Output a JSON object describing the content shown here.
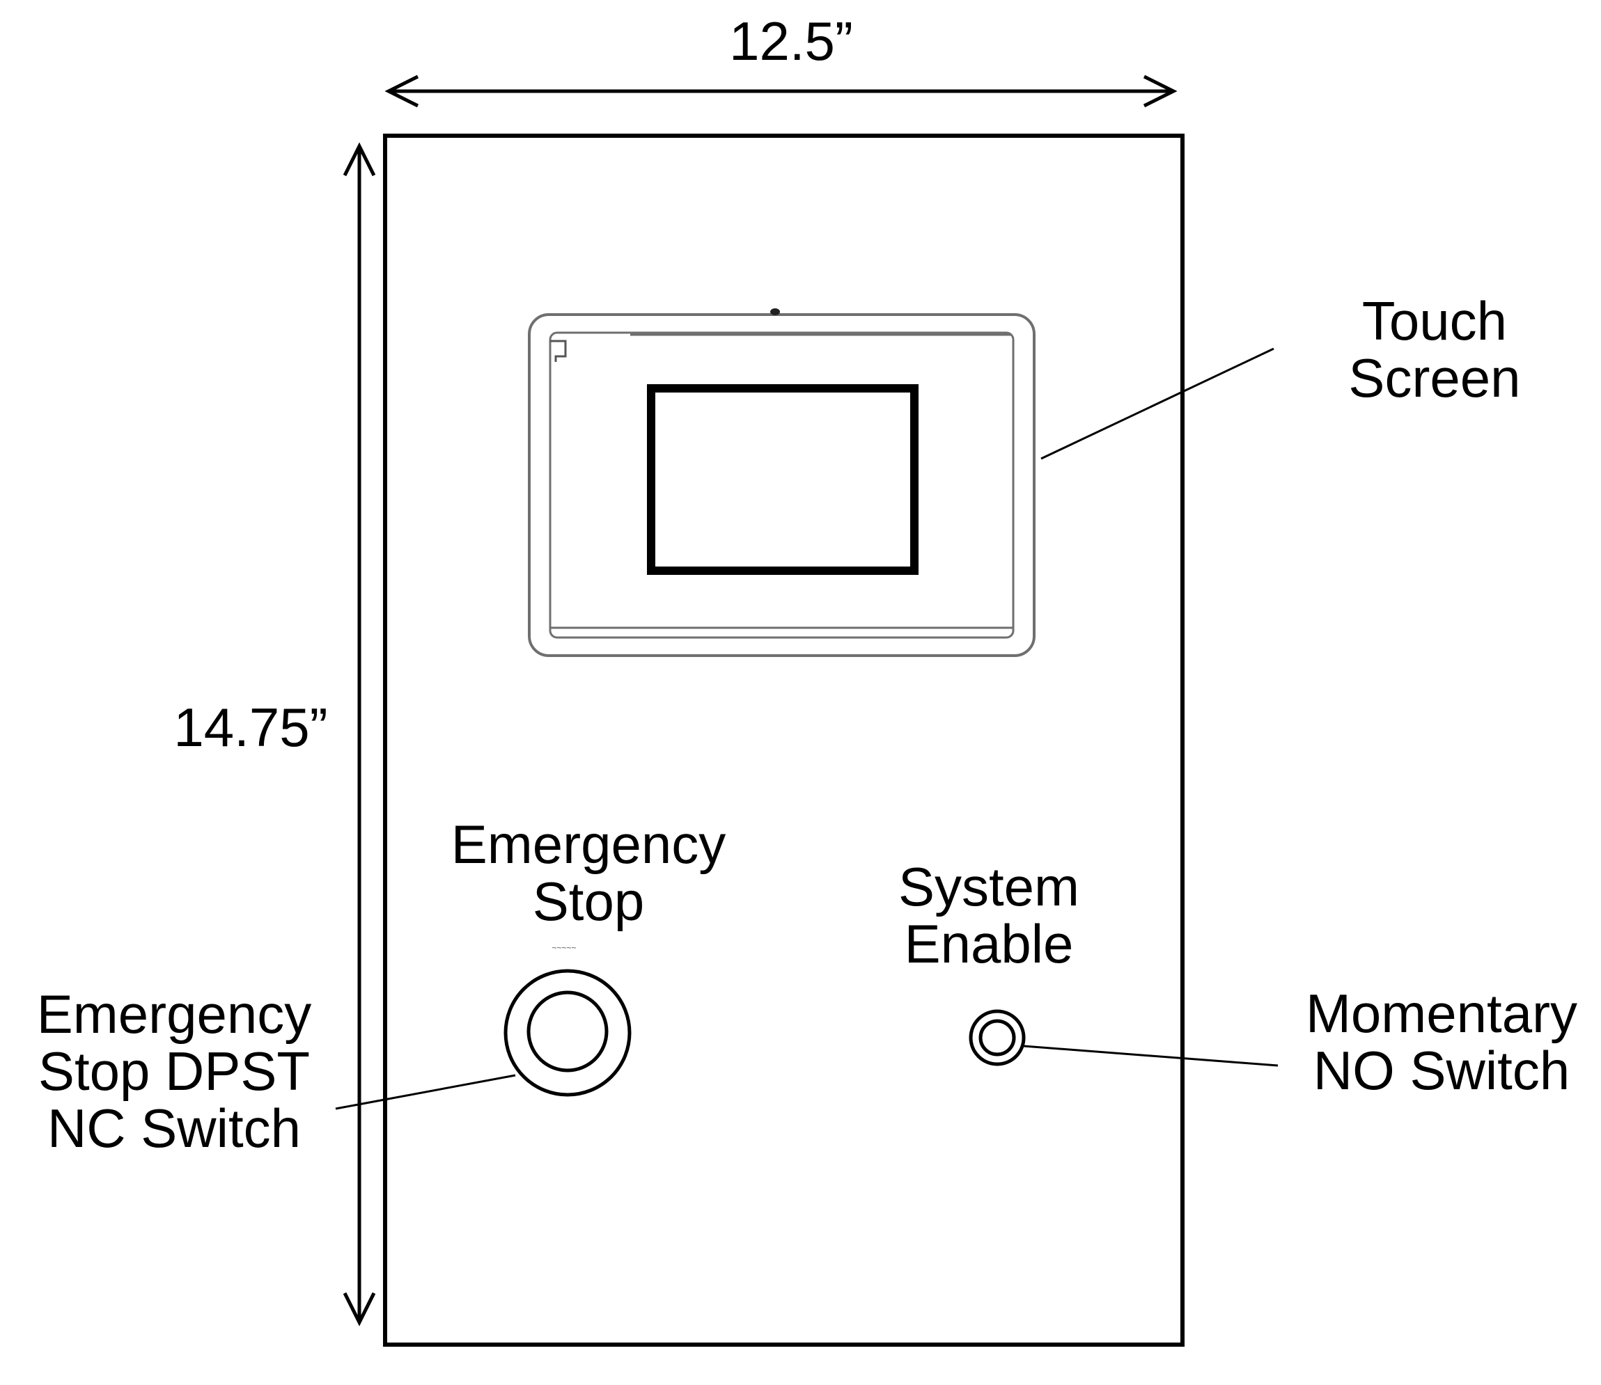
{
  "dimensions": {
    "width": "12.5”",
    "height": "14.75”"
  },
  "labels": {
    "touch_screen": [
      "Touch",
      "Screen"
    ],
    "emergency_stop": [
      "Emergency",
      "Stop"
    ],
    "system_enable": [
      "System",
      "Enable"
    ],
    "estop_switch": [
      "Emergency",
      "Stop DPST",
      "NC Switch"
    ],
    "momentary_switch": [
      "Momentary",
      "NO Switch"
    ]
  },
  "colors": {
    "line": "#000000",
    "panel_fill": "#ffffff",
    "bezel": "#6f6f6f"
  }
}
